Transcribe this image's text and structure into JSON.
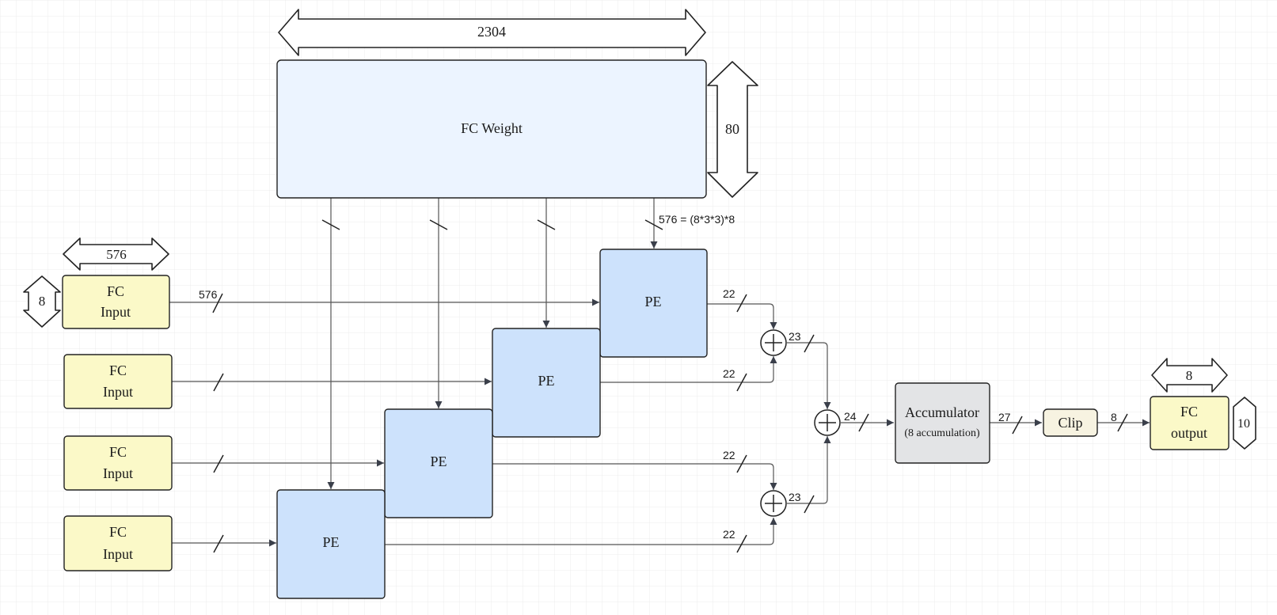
{
  "colors": {
    "weight_fill": "#ecf4ff",
    "pe_fill": "#cde2fc",
    "io_fill": "#fbf9c8",
    "accumulator_fill": "#e3e4e6",
    "clip_fill": "#f7f3e1",
    "grid": "#ebebeb"
  },
  "fc_weight": {
    "label": "FC Weight",
    "width_label": "2304",
    "height_label": "80",
    "bus_label": "576 = (8*3*3)*8"
  },
  "fc_input": {
    "label_line1": "FC",
    "label_line2": "Input",
    "width_label": "576",
    "height_label": "8",
    "bus_label": "576"
  },
  "pe": {
    "label": "PE"
  },
  "adders": {
    "icon": "plus-circle-icon",
    "pe_out_label": "22",
    "stage1_label": "23",
    "stage2_label": "24"
  },
  "accumulator": {
    "title": "Accumulator",
    "subtitle": "(8 accumulation)",
    "out_label": "27"
  },
  "clip": {
    "label": "Clip",
    "out_label": "8"
  },
  "fc_output": {
    "label_line1": "FC",
    "label_line2": "output",
    "width_label": "8",
    "height_label": "10"
  }
}
